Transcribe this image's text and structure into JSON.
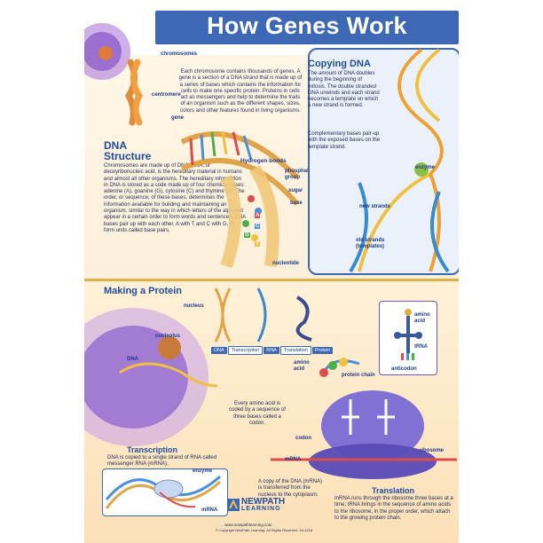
{
  "title": "How Genes Work",
  "chromosomes_text": "Each chromosome contains thousands of genes. A gene is a section of a DNA strand that is made up of a series of bases which contains the information for cells to make one specific protein. Proteins in cells act as messengers and help to determine the traits of an organism such as the different shapes, sizes, colors and other features found in living organisms.",
  "labels": {
    "chromosomes": "chromosomes",
    "centromere": "centromere",
    "gene": "gene",
    "hydrogen_bonds": "Hydrogen bonds",
    "phosphate_group": "phosphate group",
    "sugar": "sugar",
    "base": "base",
    "nucleotide": "nucleotide",
    "enzyme": "enzyme",
    "new_strands": "new strands",
    "old_strands": "old strands (templates)",
    "nucleus": "nucleus",
    "nucleolus": "nucleolus",
    "dna": "DNA",
    "amino_acid": "amino acid",
    "trna": "tRNA",
    "anticodon": "anticodon",
    "protein_chain": "protein chain",
    "ribosome": "ribosome",
    "codon": "codon",
    "mrna": "mRNA",
    "enzyme2": "enzyme",
    "base_letters": [
      "A",
      "C",
      "G",
      "T"
    ]
  },
  "dna_structure": {
    "heading": "DNA Structure",
    "text": "Chromosomes are made up of DNA. DNA, or deoxyribonucleic acid, is the hereditary material in humans and almost all other organisms. The hereditary information in DNA is stored as a code made up of four chemical bases: adenine (A), guanine (G), cytosine (C) and thymine (T). The order, or sequence, of these bases, determines the information available for building and maintaining an organism, similar to the way in which letters of the alphabet appear in a certain order to form words and sentences. DNA bases pair up with each other, A with T and C with G, to form units called base pairs."
  },
  "copying_dna": {
    "heading": "Copying DNA",
    "text1": "The amount of DNA doubles during the beginning of mitosis. The double stranded DNA unwinds and each strand becomes a template on which a new strand is formed.",
    "text2": "Complementary bases pair-up with the exposed bases on the template strand."
  },
  "making_protein": {
    "heading": "Making a Protein",
    "flow": [
      "DNA",
      "Transcription",
      "RNA",
      "Translation",
      "Protein"
    ]
  },
  "codon_text": "Every amino acid is coded by a sequence of three bases called a codon.",
  "copy_text": "A copy of the DNA (mRNA) is transferred from the nucleus to the cytoplasm.",
  "transcription": {
    "heading": "Transcription",
    "text": "DNA is copied to a single strand of RNA called messenger RNA (mRNA)."
  },
  "translation": {
    "heading": "Translation",
    "text": "mRNA runs through the ribosome three bases at a time; tRNA brings in the sequence of amino acids to the ribosome, in the proper order, which attach to the growing protein chain."
  },
  "footer": {
    "logo_part1": "NEWPATH",
    "logo_part2": "LEARNING",
    "url": "www.newpathlearning.com",
    "copyright": "© Copyright NewPath Learning. All Rights Reserved. 94-4216"
  },
  "colors": {
    "title_bar": "#3d68b6",
    "heading": "#1f4c9e",
    "nucleus": "#8a5fc8",
    "ribosome": "#7a6ad6"
  }
}
